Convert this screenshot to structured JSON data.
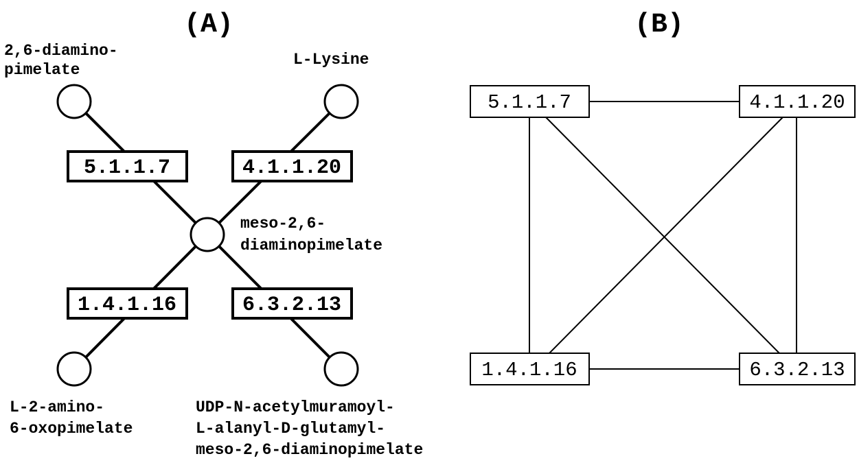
{
  "panel_a": {
    "title": "(A)",
    "enzymes": {
      "top_left": "5.1.1.7",
      "top_right": "4.1.1.20",
      "bottom_left": "1.4.1.16",
      "bottom_right": "6.3.2.13"
    },
    "metabolites": {
      "top_left": [
        "2,6-diamino-",
        "pimelate"
      ],
      "top_right": [
        "L-Lysine"
      ],
      "center": [
        "meso-2,6-",
        "diaminopimelate"
      ],
      "bottom_left": [
        "L-2-amino-",
        "6-oxopimelate"
      ],
      "bottom_right": [
        "UDP-N-acetylmuramoyl-",
        "L-alanyl-D-glutamyl-",
        "meso-2,6-diaminopimelate"
      ]
    }
  },
  "panel_b": {
    "title": "(B)",
    "enzymes": {
      "top_left": "5.1.1.7",
      "top_right": "4.1.1.20",
      "bottom_left": "1.4.1.16",
      "bottom_right": "6.3.2.13"
    }
  },
  "colors": {
    "stroke": "#000000",
    "background": "#ffffff"
  }
}
